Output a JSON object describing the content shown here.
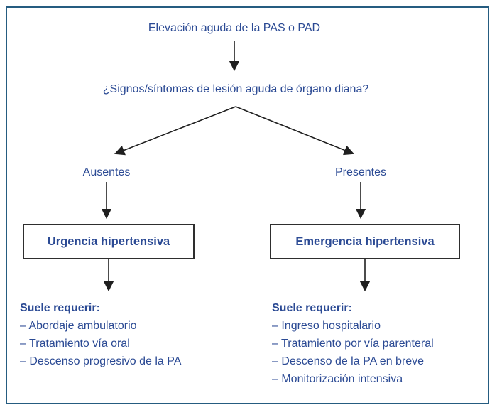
{
  "palette": {
    "text_blue": "#2b4a94",
    "arrow": "#1f1f1f",
    "box_border": "#2e2e2e",
    "frame_border": "#255c80",
    "background": "#ffffff"
  },
  "flowchart": {
    "root": "Elevación aguda de la PAS o PAD",
    "question": "¿Signos/síntomas de lesión aguda de órgano diana?",
    "left_branch": {
      "condition": "Ausentes",
      "box": "Urgencia hipertensiva",
      "detail_heading": "Suele requerir:",
      "items": [
        "– Abordaje ambulatorio",
        "– Tratamiento vía oral",
        "– Descenso progresivo de la PA"
      ]
    },
    "right_branch": {
      "condition": "Presentes",
      "box": "Emergencia hipertensiva",
      "detail_heading": "Suele requerir:",
      "items": [
        "– Ingreso hospitalario",
        "– Tratamiento por vía parenteral",
        "– Descenso de la PA en breve",
        "– Monitorización intensiva"
      ]
    }
  }
}
